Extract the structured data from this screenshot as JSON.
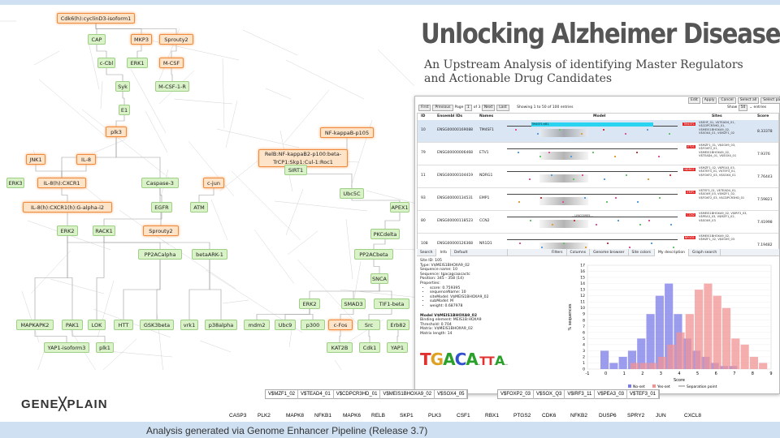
{
  "slide": {
    "title": "Unlocking Alzheimer Disease",
    "subtitle": "An Upstream Analysis of identifying Master Regulators and Actionable Drug Candidates",
    "caption": "Analysis generated via Genome Enhancer Pipeline (Release 3.7)",
    "brand": "GENE╳PLAIN"
  },
  "network": {
    "nodes": [
      {
        "label": "Cdk6(h):cyclinD3-isoform1",
        "style": "o"
      },
      {
        "label": "CAP",
        "style": "g"
      },
      {
        "label": "MKP3",
        "style": "o"
      },
      {
        "label": "Sprouty2",
        "style": "o"
      },
      {
        "label": "c-Cbl",
        "style": "g"
      },
      {
        "label": "ERK1",
        "style": "g"
      },
      {
        "label": "M-CSF",
        "style": "o"
      },
      {
        "label": "Syk",
        "style": "g"
      },
      {
        "label": "M-CSF-1-R",
        "style": "g"
      },
      {
        "label": "E1",
        "style": "g"
      },
      {
        "label": "plk3",
        "style": "o"
      },
      {
        "label": "NF-kappaB-p105",
        "style": "o"
      },
      {
        "label": "JNK1",
        "style": "o"
      },
      {
        "label": "IL-8",
        "style": "o"
      },
      {
        "label": "RelB:NF-kappaB2-p100:beta-TrCP1:Skp1:Cul-1:Roc1",
        "style": "o"
      },
      {
        "label": "SIRT1",
        "style": "g"
      },
      {
        "label": "ERK3",
        "style": "g"
      },
      {
        "label": "IL-8(h):CXCR1",
        "style": "o"
      },
      {
        "label": "Caspase-3",
        "style": "g"
      },
      {
        "label": "c-jun",
        "style": "o"
      },
      {
        "label": "Ubc5C",
        "style": "g"
      },
      {
        "label": "IL-8(h):CXCR1(h):G-alpha-i2",
        "style": "o"
      },
      {
        "label": "EGFR",
        "style": "g"
      },
      {
        "label": "ATM",
        "style": "g"
      },
      {
        "label": "APEX1",
        "style": "g"
      },
      {
        "label": "ERK2",
        "style": "g"
      },
      {
        "label": "RACK1",
        "style": "g"
      },
      {
        "label": "Sprouty2",
        "style": "o"
      },
      {
        "label": "PKCdelta",
        "style": "g"
      },
      {
        "label": "PP2ACalpha",
        "style": "g"
      },
      {
        "label": "betaARK-1",
        "style": "g"
      },
      {
        "label": "PP2ACbeta",
        "style": "g"
      },
      {
        "label": "SNCA",
        "style": "g"
      },
      {
        "label": "ERK2",
        "style": "g"
      },
      {
        "label": "SMAD3",
        "style": "g"
      },
      {
        "label": "TIF1-beta",
        "style": "g"
      },
      {
        "label": "MAPKAPK2",
        "style": "g"
      },
      {
        "label": "PAK1",
        "style": "g"
      },
      {
        "label": "LOK",
        "style": "g"
      },
      {
        "label": "HTT",
        "style": "g"
      },
      {
        "label": "GSK3beta",
        "style": "g"
      },
      {
        "label": "vrk1",
        "style": "g"
      },
      {
        "label": "p38alpha",
        "style": "g"
      },
      {
        "label": "mdm2",
        "style": "g"
      },
      {
        "label": "Ubc9",
        "style": "g"
      },
      {
        "label": "p300",
        "style": "g"
      },
      {
        "label": "c-Fos",
        "style": "o"
      },
      {
        "label": "Src",
        "style": "g"
      },
      {
        "label": "Erb82",
        "style": "g"
      },
      {
        "label": "YAP1-isoform3",
        "style": "g"
      },
      {
        "label": "plk1",
        "style": "g"
      },
      {
        "label": "KAT2B",
        "style": "g"
      },
      {
        "label": "Cdk1",
        "style": "g"
      },
      {
        "label": "YAP1",
        "style": "g"
      }
    ]
  },
  "app": {
    "toolbar_top": [
      "Edit",
      "Apply",
      "Cancel",
      "Select all",
      "Select page"
    ],
    "pager": {
      "first": "First",
      "prev": "Previous",
      "page_label": "Page",
      "page": "1",
      "of": "of 3",
      "next": "Next",
      "last": "Last",
      "showing": "Showing 1 to 50 of 100 entries",
      "show_label": "Show",
      "show_value": "50",
      "entries": "entries"
    },
    "columns": [
      "ID",
      "Ensembl IDs",
      "Names",
      "Model",
      "Sites",
      "Score"
    ],
    "rows": [
      {
        "id": "10",
        "ens": "ENSG00000169088",
        "name": "TM4SF1",
        "tag": "TM4SF1",
        "sites": "V$EHF_01, V$TEAD4_01, V$CDPCR3HD_01, V$MEIS1BHOXA9_02, V$SOX4_01, V$MZF1_02",
        "score": "8.33378",
        "sel": true
      },
      {
        "id": "79",
        "ens": "ENSG00000006468",
        "name": "ETV1",
        "tag": "ETV1",
        "sites": "V$MZF1_01, V$SOX9_03, V$FOXF2_01, V$MEIS1BHOXA9_02, V$TEAD4_01, V$SOX4_01",
        "score": "7.9376",
        "sel": false
      },
      {
        "id": "11",
        "ens": "ENSG00000104419",
        "name": "NDRG1",
        "tag": "NDRG1",
        "sites": "V$MZF1_02, V$PEA3_03, V$STEF3_01, V$TEF3_01, V$FOXF2_03, V$SOX4_01",
        "score": "7.76443",
        "sel": false
      },
      {
        "id": "93",
        "ens": "ENSG00000134531",
        "name": "EMP1",
        "tag": "EMP1",
        "sites": "V$TEF3_01, V$TEAD4_01, V$SOX9_03, V$MZF1_02, V$FOXF2_03, V$CDPCR3HD_01",
        "score": "7.59821",
        "sel": false
      },
      {
        "id": "80",
        "ens": "ENSG00000118523",
        "name": "CCN2",
        "tag": "CCN2",
        "sites": "V$MEIS1BHOXA9_02, V$IRF3_03, V$PEA3_03, V$MZF1_02, V$SOX9_03",
        "score": "7.41998",
        "sel": false
      },
      {
        "id": "108",
        "ens": "ENSG00000126368",
        "name": "NR1D1",
        "tag": "NR1D1",
        "sites": "V$MEIS1BHOXA9_02, V$MZF1_02, V$SOX9_03",
        "score": "7.19482",
        "sel": false
      }
    ],
    "row_marker": "TM4SF1:kB1",
    "row_marker2": "...LINC00955...",
    "tabs": [
      "Search",
      "Info",
      "Default",
      "Filters",
      "Columns",
      "Genome browser",
      "Site colors",
      "My description",
      "Graph search"
    ],
    "info": {
      "site_id": "Site ID: 105",
      "type": "Type: V$MEIS1BHOXA9_02",
      "seqname": "Sequence name: 10",
      "sequence": "Sequence: tgacagcaacactc",
      "position": "Position: 345 - 358 (14)",
      "properties": "Properties:",
      "props": [
        "score: 0.759395",
        "sequenceName: 10",
        "siteModel: V$MEIS1BHOXA9_02",
        "subModel: M",
        "weight: 0.687978"
      ],
      "model_title": "Model V$MEIS1BHOXA9_02",
      "binding": "Binding element: MEIS1B:HOXA9",
      "threshold": "Threshold: 0.704",
      "matrix": "Matrix: V$MEIS1BHOXA9_02",
      "matrix_len": "Matrix length: 14",
      "logo": "TGACA..TT.A..."
    }
  },
  "chart_data": {
    "type": "bar",
    "x": [
      -1,
      0,
      1,
      2,
      3,
      4,
      5,
      6,
      7,
      8,
      9
    ],
    "xlim": [
      -1,
      9
    ],
    "ylim": [
      0,
      17
    ],
    "ylabel": "% sequences",
    "xlabel": "Score",
    "yticks": [
      0,
      1,
      2,
      3,
      4,
      5,
      6,
      7,
      8,
      9,
      10,
      11,
      12,
      13,
      14,
      15,
      16,
      17
    ],
    "xticks": [
      -1,
      0,
      1,
      2,
      3,
      4,
      5,
      6,
      7,
      8,
      9
    ],
    "series": [
      {
        "name": "No-set",
        "color": "#7b7be8",
        "bins": [
          [
            0,
            3
          ],
          [
            0.5,
            1
          ],
          [
            1,
            2
          ],
          [
            1.5,
            3
          ],
          [
            2,
            5
          ],
          [
            2.5,
            9
          ],
          [
            3,
            12
          ],
          [
            3.5,
            14
          ],
          [
            4,
            9
          ],
          [
            4.5,
            5
          ],
          [
            5,
            3
          ],
          [
            5.5,
            2
          ],
          [
            6,
            1
          ],
          [
            6.5,
            0.5
          ],
          [
            7,
            0.5
          ]
        ]
      },
      {
        "name": "Yes-set",
        "color": "#f19393",
        "bins": [
          [
            1.5,
            1
          ],
          [
            2,
            1
          ],
          [
            2.5,
            1
          ],
          [
            3,
            2
          ],
          [
            3.5,
            4
          ],
          [
            4,
            6
          ],
          [
            4.5,
            9
          ],
          [
            5,
            13
          ],
          [
            5.5,
            14
          ],
          [
            6,
            12
          ],
          [
            6.5,
            10
          ],
          [
            7,
            5
          ],
          [
            7.5,
            4
          ],
          [
            8,
            2
          ],
          [
            8.5,
            1
          ]
        ]
      }
    ],
    "legend": [
      "No-set",
      "Yes-set",
      "Separation point"
    ]
  },
  "motifs_left": [
    "V$MZF1_02",
    "V$TEAD4_01",
    "V$CDPCR3HD_01",
    "V$MEIS1BHOXA9_02",
    "V$SOX4_05"
  ],
  "motifs_right": [
    "V$FOXP2_03",
    "V$SOX_Q3",
    "V$IRF3_11",
    "V$PEA3_03",
    "V$TEF3_01"
  ],
  "genes": [
    "CASP3",
    "PLK2",
    "MAPK8",
    "NFKB1",
    "MAPK6",
    "RELB",
    "SKP1",
    "PLK3",
    "CSF1",
    "RBX1",
    "PTGS2",
    "CDK6",
    "NFKB2",
    "DUSP6",
    "SPRY2",
    "JUN",
    "CXCL8"
  ]
}
